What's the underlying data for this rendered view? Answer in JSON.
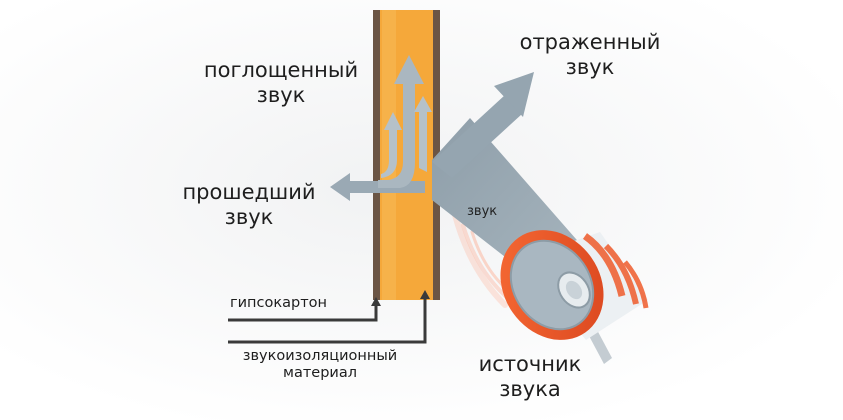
{
  "labels": {
    "absorbed_line1": "поглощенный",
    "absorbed_line2": "звук",
    "reflected_line1": "отраженный",
    "reflected_line2": "звук",
    "transmitted_line1": "прошедший",
    "transmitted_line2": "звук",
    "incident": "звук",
    "drywall": "гипсокартон",
    "insulation_line1": "звукоизоляционный",
    "insulation_line2": "материал",
    "source_line1": "источник",
    "source_line2": "звука"
  },
  "colors": {
    "insulation": "#f5a83a",
    "drywall": "#6b5545",
    "arrow": "#9aa9b4",
    "speaker_ring": "#ef5a2a",
    "speaker_body": "#a9b7c1"
  }
}
